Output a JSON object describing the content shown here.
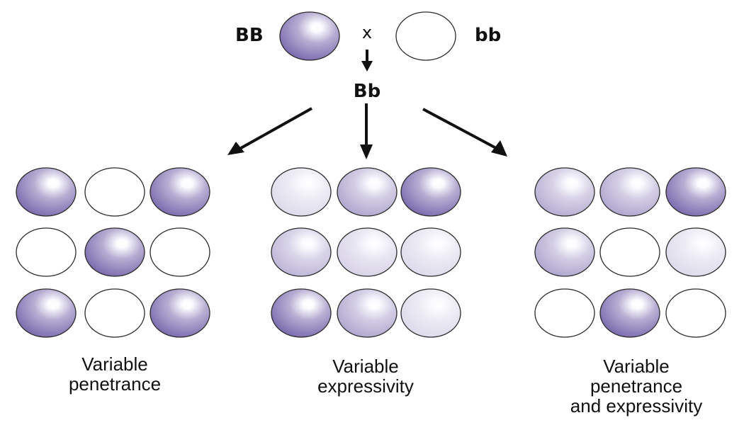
{
  "parents": {
    "left_label": "BB",
    "cross_symbol": "x",
    "right_label": "bb"
  },
  "offspring_label": "Bb",
  "colors": {
    "full": "#7a6aae",
    "none": "#ffffff",
    "outline": "#2b2b2b"
  },
  "panels": [
    {
      "caption_lines": [
        "Variable",
        "penetrance"
      ],
      "grid": [
        [
          1,
          0,
          1
        ],
        [
          0,
          1,
          0
        ],
        [
          1,
          0,
          1
        ]
      ]
    },
    {
      "caption_lines": [
        "Variable",
        "expressivity"
      ],
      "grid": [
        [
          0.25,
          0.6,
          1
        ],
        [
          0.5,
          0.3,
          0.25
        ],
        [
          1,
          0.6,
          0.25
        ]
      ]
    },
    {
      "caption_lines": [
        "Variable",
        "penetrance",
        "and expressivity"
      ],
      "grid": [
        [
          0.55,
          0.6,
          1
        ],
        [
          0.6,
          0,
          0.25
        ],
        [
          0,
          1,
          0
        ]
      ]
    }
  ]
}
